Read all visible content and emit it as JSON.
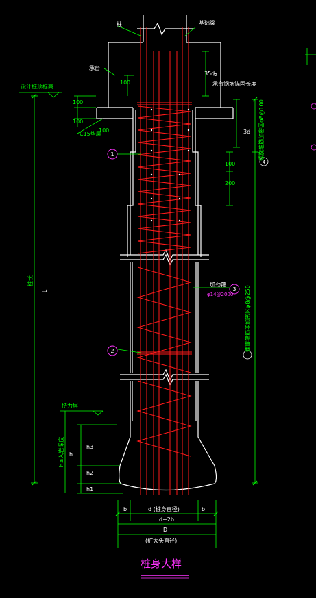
{
  "title": "桩身大样",
  "colors": {
    "background": "#000000",
    "concrete": "#ffffff",
    "rebar": "#ff1a1a",
    "dimension": "#00ff00",
    "title": "#ff33ff",
    "callout": "#ff33ff"
  },
  "labels": {
    "column": "柱",
    "foundation_beam": "基础梁",
    "cap": "承台",
    "design_elevation": "设计桩顶标高",
    "bedding": "C15垫层",
    "anchor_top": "承台钢筋锚固长度",
    "anchor_la": "la",
    "spiral_top": "螺旋箍筋加密区φ8@100",
    "spiral_body": "螺旋箍筋非加密区φ8@250",
    "stiffener": "加劲箍",
    "stiffener_spec": "φ14@2000",
    "pile_length": "桩长",
    "pile_length_symbol": "L",
    "bearing_layer": "持力层",
    "bearing_note": "H≥入岩深度",
    "dim_3d": "3d",
    "dim_100_a": "100",
    "dim_100_b": "100",
    "dim_100_c": "100",
    "dim_100_d": "100",
    "dim_100_e": "100",
    "dim_200": "200",
    "dim_35l": "35d",
    "h": "h",
    "h1": "h1",
    "h2": "h2",
    "h3": "h3",
    "b_left": "b",
    "b_right": "b",
    "d_label": "d (桩身直径)",
    "d_plus_2b": "d+2b",
    "D": "D",
    "D_label": "(扩大头直径)",
    "callout_1": "1",
    "callout_2": "2",
    "callout_3": "3",
    "callout_4": "4"
  }
}
